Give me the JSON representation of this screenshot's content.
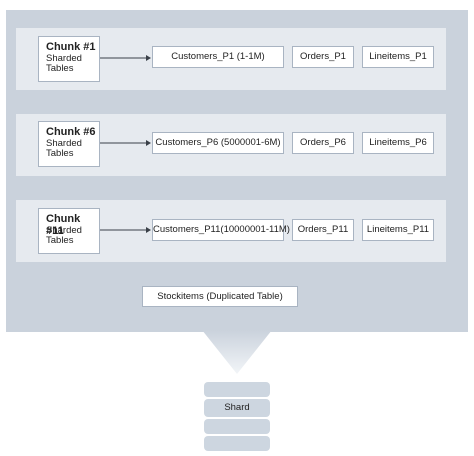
{
  "chunks": [
    {
      "title": "Chunk #1",
      "sub1": "Sharded",
      "sub2": "Tables",
      "customers": "Customers_P1 (1-1M)",
      "orders": "Orders_P1",
      "lineitems": "Lineitems_P1"
    },
    {
      "title": "Chunk #6",
      "sub1": "Sharded",
      "sub2": "Tables",
      "customers": "Customers_P6 (5000001-6M)",
      "orders": "Orders_P6",
      "lineitems": "Lineitems_P6"
    },
    {
      "title": "Chunk #11",
      "sub1": "Sharded",
      "sub2": "Tables",
      "customers": "Customers_P11(10000001-11M)",
      "orders": "Orders_P11",
      "lineitems": "Lineitems_P11"
    }
  ],
  "duplicated": "Stockitems (Duplicated Table)",
  "shard": "Shard",
  "colors": {
    "panel": "#cad2dc",
    "band": "#e6eaef",
    "border": "#a9b4c2",
    "disk": "#cdd6e0"
  }
}
